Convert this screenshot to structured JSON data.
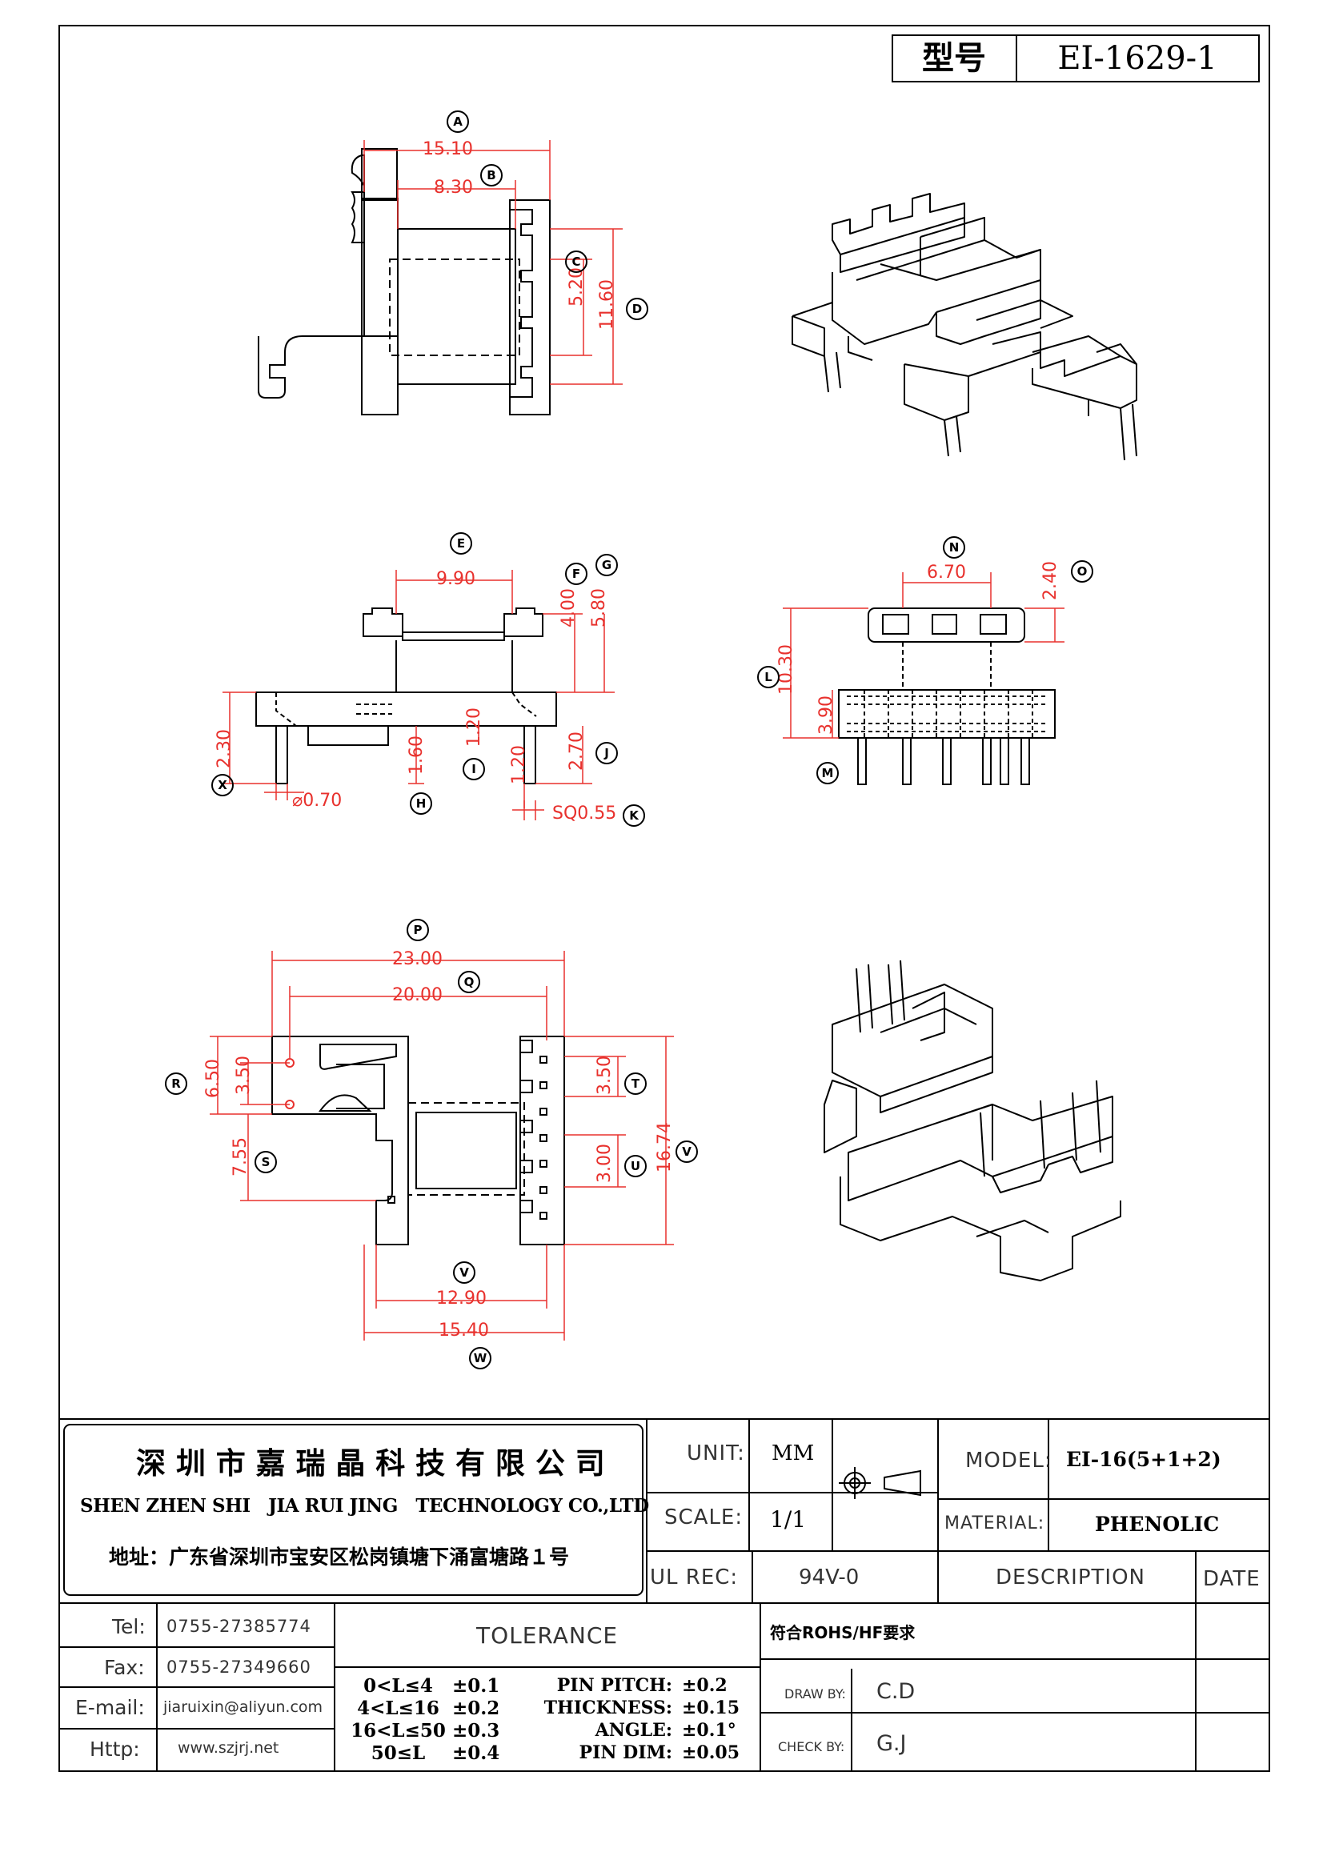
{
  "title_block": {
    "model_label": "型号",
    "model_value": "EI-1629-1"
  },
  "dimensions": {
    "A": "15.10",
    "B": "8.30",
    "C": "5.20",
    "D": "11.60",
    "E": "9.90",
    "F": "4.00",
    "G": "5.80",
    "X": "2.30",
    "dia": "⌀0.70",
    "H": "1.60",
    "I": "1.20",
    "I2": "1.20",
    "J": "2.70",
    "K": "SQ0.55",
    "N": "6.70",
    "O": "2.40",
    "L": "10.30",
    "M": "3.90",
    "P": "23.00",
    "Q": "20.00",
    "R": "6.50",
    "R2": "3.50",
    "S": "7.55",
    "T": "3.50",
    "U": "3.00",
    "V": "16.74",
    "Vb": "12.90",
    "W": "15.40"
  },
  "balloons": {
    "A": "A",
    "B": "B",
    "C": "C",
    "D": "D",
    "E": "E",
    "F": "F",
    "G": "G",
    "H": "H",
    "I": "I",
    "J": "J",
    "K": "K",
    "L": "L",
    "M": "M",
    "N": "N",
    "O": "O",
    "P": "P",
    "Q": "Q",
    "R": "R",
    "S": "S",
    "T": "T",
    "U": "U",
    "V1": "V",
    "V2": "V",
    "W": "W",
    "X": "X"
  },
  "company": {
    "name_cn": "深 圳 市 嘉 瑞 晶 科 技 有 限 公 司",
    "name_en": "SHEN ZHEN SHI   JIA RUI JING   TECHNOLOGY CO.,LTD",
    "address": "地址：广东省深圳市宝安区松岗镇塘下涌富塘路１号"
  },
  "spec": {
    "unit_label": "UNIT:",
    "unit_value": "MM",
    "scale_label": "SCALE:",
    "scale_value": "1/1",
    "ul_label": "UL REC:",
    "ul_value": "94V-0",
    "model_label": "MODEL:",
    "model_value": "EI-16(5+1+2)",
    "material_label": "MATERIAL:",
    "material_value": "PHENOLIC",
    "description_label": "DESCRIPTION",
    "date_label": "DATE"
  },
  "contact": {
    "tel_label": "Tel:",
    "tel": "0755-27385774",
    "fax_label": "Fax:",
    "fax": "0755-27349660",
    "email_label": "E-mail:",
    "email": "jiaruixin@aliyun.com",
    "http_label": "Http:",
    "http": "www.szjrj.net"
  },
  "tolerance": {
    "title": "TOLERANCE",
    "rows": [
      {
        "range": "0<L≤4",
        "value": "±0.1"
      },
      {
        "range": "4<L≤16",
        "value": "±0.2"
      },
      {
        "range": "16<L≤50",
        "value": "±0.3"
      },
      {
        "range": "50≤L",
        "value": "±0.4"
      }
    ],
    "pin_pitch_label": "PIN PITCH:",
    "pin_pitch": "±0.2",
    "thickness_label": "THICKNESS:",
    "thickness": "±0.15",
    "angle_label": "ANGLE:",
    "angle": "±0.1°",
    "pin_dim_label": "PIN DIM:",
    "pin_dim": "±0.05"
  },
  "approval": {
    "rohs": "符合ROHS/HF要求",
    "draw_label": "DRAW BY:",
    "draw_by": "C.D",
    "check_label": "CHECK BY:",
    "check_by": "G.J"
  },
  "colors": {
    "dimension": "#e8312d",
    "line": "#000000"
  }
}
